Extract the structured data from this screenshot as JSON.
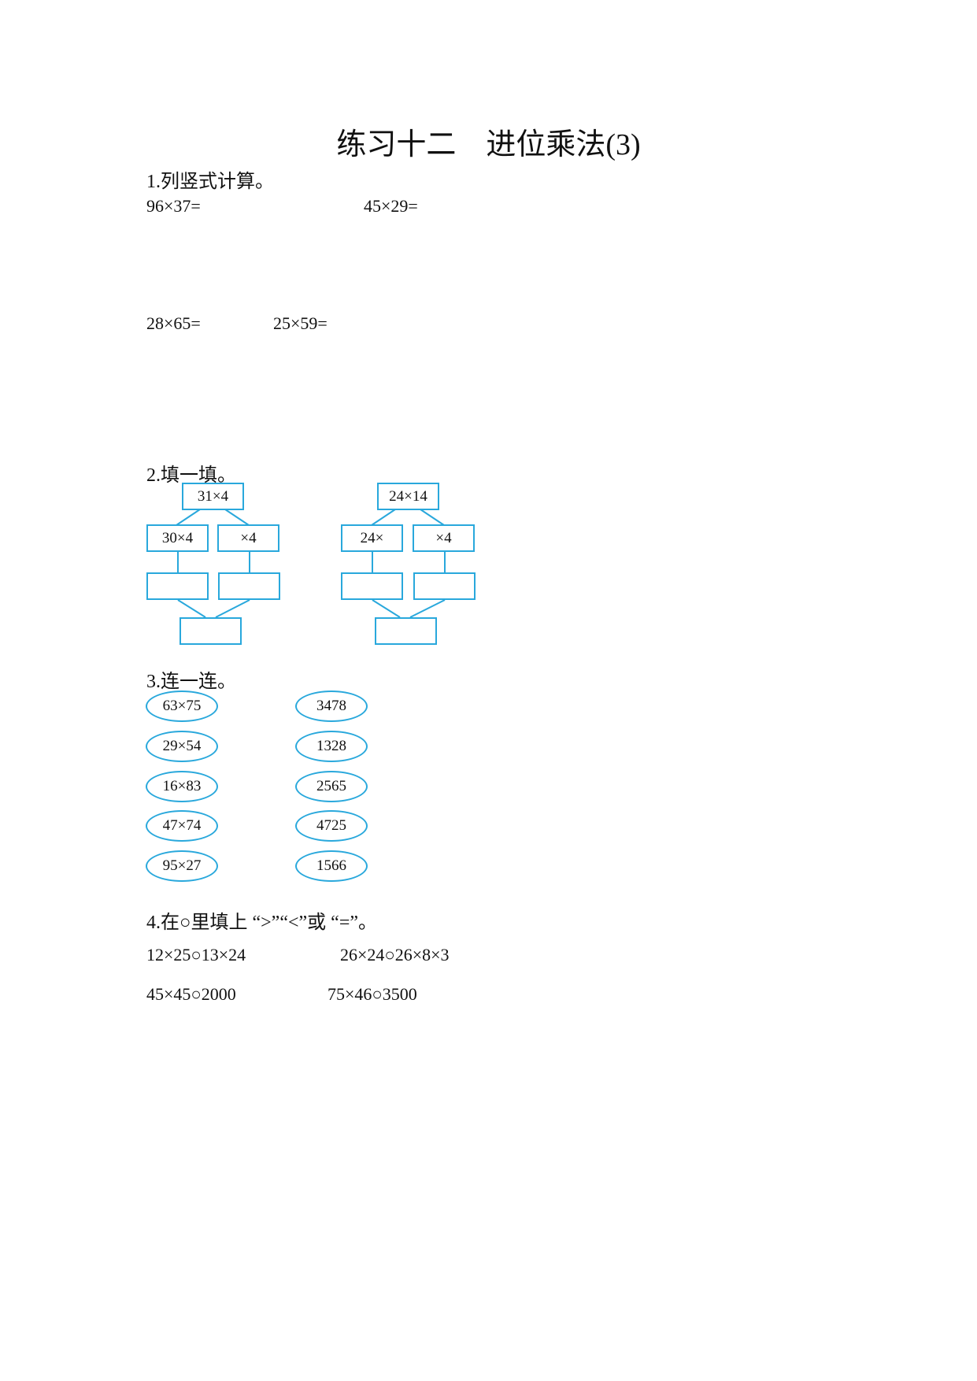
{
  "title": "练习十二　进位乘法(3)",
  "q1": {
    "heading": "1.列竖式计算。",
    "items": [
      "96×37=",
      "45×29=",
      "28×65=",
      "25×59="
    ]
  },
  "q2": {
    "heading": "2.填一填。",
    "tree1": {
      "top": "31×4",
      "left": "30×4",
      "right": "×4"
    },
    "tree2": {
      "top": "24×14",
      "left": "24×",
      "right": "×4"
    }
  },
  "q3": {
    "heading": "3.连一连。",
    "left": [
      "63×75",
      "29×54",
      "16×83",
      "47×74",
      "95×27"
    ],
    "right": [
      "3478",
      "1328",
      "2565",
      "4725",
      "1566"
    ]
  },
  "q4": {
    "heading": "4.在○里填上 “>”“<”或 “=”。",
    "items": [
      "12×25○13×24",
      "26×24○26×8×3",
      "45×45○2000",
      "75×46○3500"
    ]
  },
  "colors": {
    "accent": "#29a8dc"
  }
}
